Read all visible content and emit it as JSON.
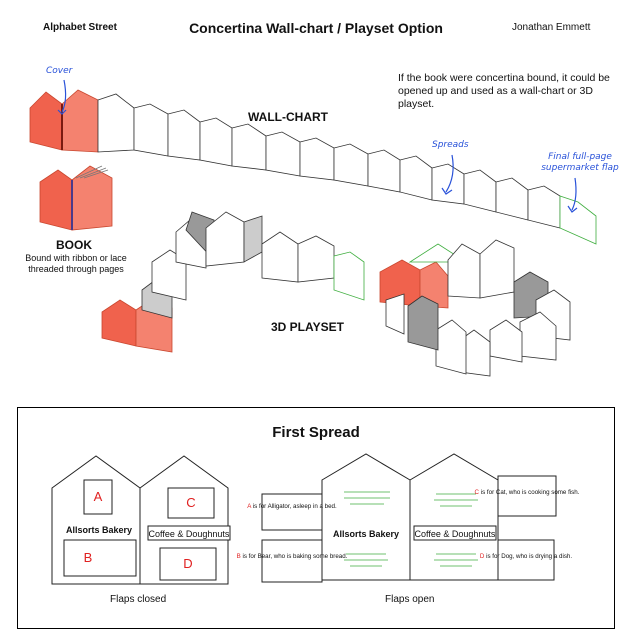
{
  "header": {
    "left": "Alphabet Street",
    "title": "Concertina Wall-chart / Playset Option",
    "right": "Jonathan Emmett"
  },
  "intro": "If the book were concertina bound, it could be opened up and used as a wall-chart or 3D playset.",
  "labels": {
    "wall_chart": "WALL-CHART",
    "book": "BOOK",
    "book_desc": "Bound with ribbon or lace threaded through pages",
    "playset": "3D PLAYSET"
  },
  "annotations": {
    "cover": "Cover",
    "spreads": "Spreads",
    "final_flap": "Final full-page supermarket flap"
  },
  "first_spread": {
    "title": "First Spread",
    "caption_closed": "Flaps closed",
    "caption_open": "Flaps open",
    "letters": {
      "a": "A",
      "b": "B",
      "c": "C",
      "d": "D"
    },
    "shop_left": "Allsorts Bakery",
    "shop_right": "Coffee & Doughnuts",
    "flap_a_letter": "A",
    "flap_a_text": " is for Alligator, asleep in a bed.",
    "flap_b_letter": "B",
    "flap_b_text": " is for Bear, who is baking some bread.",
    "flap_c_letter": "C",
    "flap_c_text": " is for Cat, who is cooking some fish.",
    "flap_d_letter": "D",
    "flap_d_text": " is for Dog, who is drying a dish."
  },
  "colors": {
    "accent_red": "#f0624d",
    "green_flap": "#3fae3f",
    "ink": "#111111",
    "pen_blue": "#2952d9"
  }
}
